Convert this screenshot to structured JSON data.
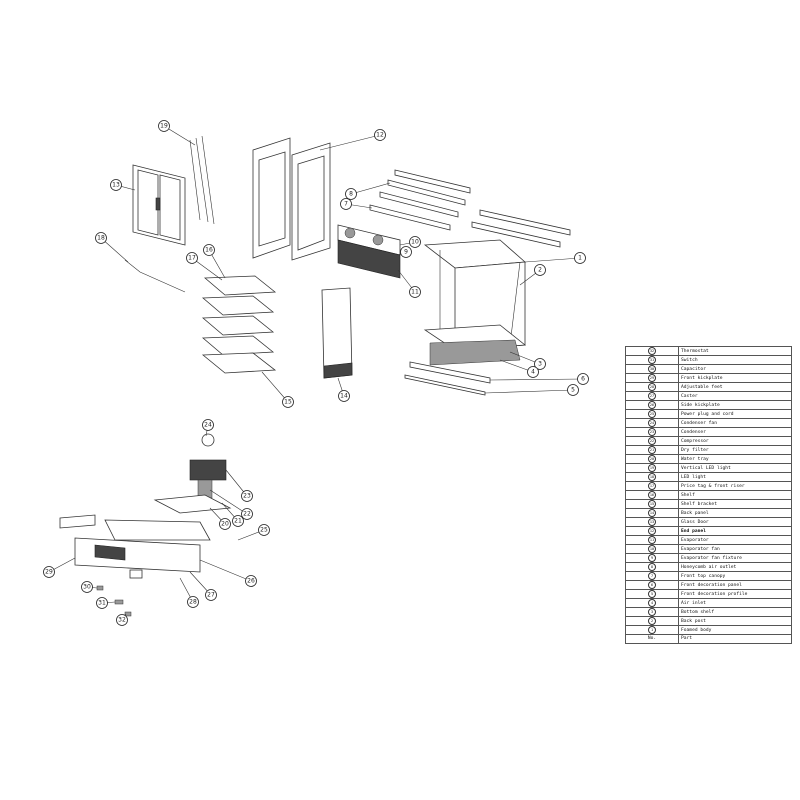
{
  "callouts": [
    "1",
    "2",
    "3",
    "4",
    "5",
    "6",
    "7",
    "8",
    "9",
    "10",
    "11",
    "12",
    "13",
    "14",
    "15",
    "16",
    "17",
    "18",
    "19",
    "20",
    "21",
    "22",
    "23",
    "24",
    "25",
    "26",
    "27",
    "28",
    "29",
    "30",
    "31",
    "32"
  ],
  "table": {
    "header_no": "No.",
    "header_part": "Part",
    "rows": [
      {
        "no": "32",
        "part": "Thermostat"
      },
      {
        "no": "31",
        "part": "Switch"
      },
      {
        "no": "30",
        "part": "Capacitor"
      },
      {
        "no": "29",
        "part": "Front kickplate"
      },
      {
        "no": "28",
        "part": "Adjustable feet"
      },
      {
        "no": "27",
        "part": "Caster"
      },
      {
        "no": "26",
        "part": "Side kickplate"
      },
      {
        "no": "25",
        "part": "Power plug and cord"
      },
      {
        "no": "24",
        "part": "Condenser fan"
      },
      {
        "no": "23",
        "part": "Condenser"
      },
      {
        "no": "22",
        "part": "Compressor"
      },
      {
        "no": "21",
        "part": "Dry filter"
      },
      {
        "no": "20",
        "part": "Water tray"
      },
      {
        "no": "19",
        "part": "Vertical LED light"
      },
      {
        "no": "18",
        "part": "LED light"
      },
      {
        "no": "17",
        "part": "Price tag & front riser"
      },
      {
        "no": "16",
        "part": "Shelf"
      },
      {
        "no": "15",
        "part": "Shelf bracket"
      },
      {
        "no": "14",
        "part": "Back panel"
      },
      {
        "no": "13",
        "part": "Glass Door"
      },
      {
        "no": "12",
        "part": "End panel",
        "bold": true
      },
      {
        "no": "11",
        "part": "Evaporator"
      },
      {
        "no": "10",
        "part": "Evaporator fan"
      },
      {
        "no": "9",
        "part": "Evaporator fan fixture"
      },
      {
        "no": "8",
        "part": "Honeycomb air outlet"
      },
      {
        "no": "7",
        "part": "Front top canopy"
      },
      {
        "no": "6",
        "part": "Front decoration panel"
      },
      {
        "no": "5",
        "part": "Front decoration profile"
      },
      {
        "no": "4",
        "part": "Air inlet"
      },
      {
        "no": "3",
        "part": "Bottom shelf"
      },
      {
        "no": "2",
        "part": "Back post"
      },
      {
        "no": "1",
        "part": "Foamed body"
      }
    ]
  }
}
